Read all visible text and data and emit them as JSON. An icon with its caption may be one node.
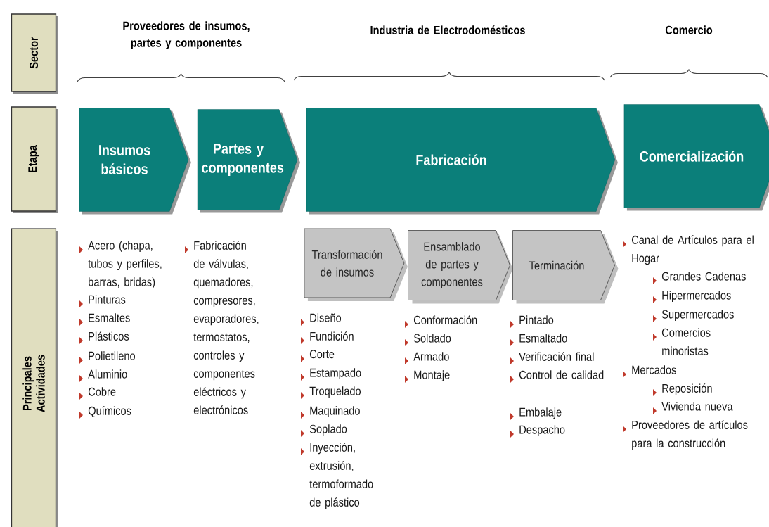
{
  "diagram": {
    "nodes": [
      {
        "text": [
          "Sector"
        ]
      },
      {
        "text": [
          "Etapa"
        ]
      },
      {
        "text": [
          "Principales Actividades"
        ]
      },
      {
        "text": [
          "Insumos básicos"
        ]
      },
      {
        "text": [
          "Partes y componentes"
        ]
      },
      {
        "text": [
          "Fabricación"
        ]
      },
      {
        "text": [
          "Comercialización"
        ]
      },
      {
        "text": [
          "Transformación de insumos"
        ]
      },
      {
        "text": [
          "Ensamblado de partes y componentes"
        ]
      },
      {
        "text": [
          "Terminación"
        ]
      }
    ],
    "labels": [
      "Proveedores de insumos, partes y componentes",
      "Industria de Electrodomésticos",
      "Comercio",
      "Acero (chapa, tubos y perfiles, barras, bridas)",
      "Pinturas",
      "Esmaltes",
      "Plásticos",
      "Polietileno",
      "Aluminio",
      "Cobre",
      "Químicos",
      "Fabricación de válvulas, quemadores, compresores, evaporadores, termostatos, controles y componentes eléctricos y electrónicos",
      "Diseño",
      "Fundición",
      "Corte",
      "Estampado",
      "Troquelado",
      "Maquinado",
      "Soplado",
      "Inyección, extrusión, termoformado de plástico",
      "Conformación",
      "Soldado",
      "Armado",
      "Montaje",
      "Pintado",
      "Esmaltado",
      "Verificación final",
      "Control de calidad",
      "Embalaje",
      "Despacho",
      "Canal de Artículos para el Hogar",
      "Grandes Cadenas",
      "Hipermercados",
      "Supermercados",
      "Comercios minoristas",
      "Mercados",
      "Reposición",
      "Vivienda nueva",
      "Proveedores de artículos para la construcción"
    ]
  }
}
